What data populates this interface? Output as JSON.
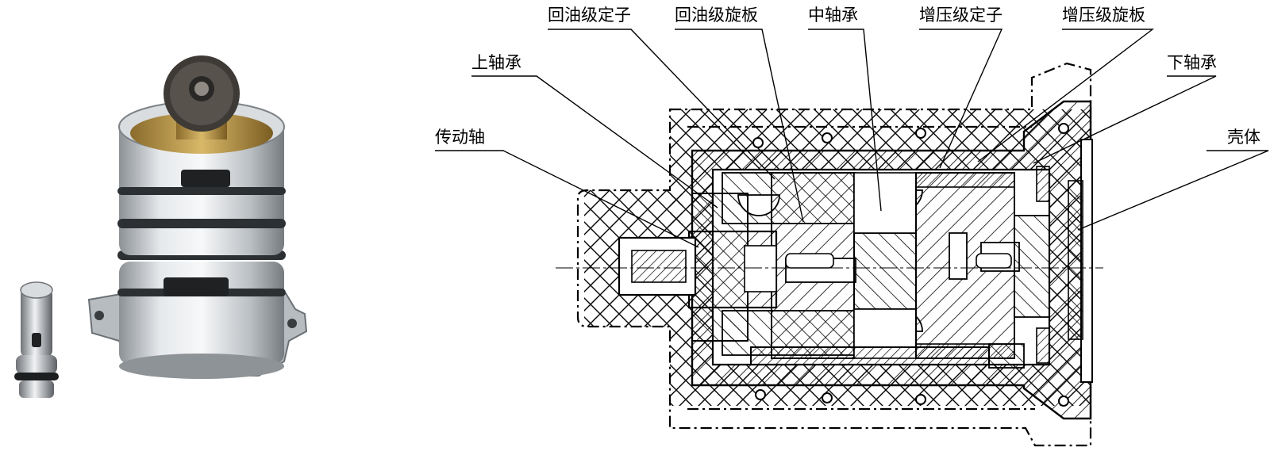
{
  "labels": {
    "return_stator": "回油级定子",
    "return_vane": "回油级旋板",
    "mid_bearing": "中轴承",
    "boost_stator": "增压级定子",
    "boost_vane": "增压级旋板",
    "upper_bearing": "上轴承",
    "lower_bearing": "下轴承",
    "drive_shaft": "传动轴",
    "housing": "壳体"
  }
}
